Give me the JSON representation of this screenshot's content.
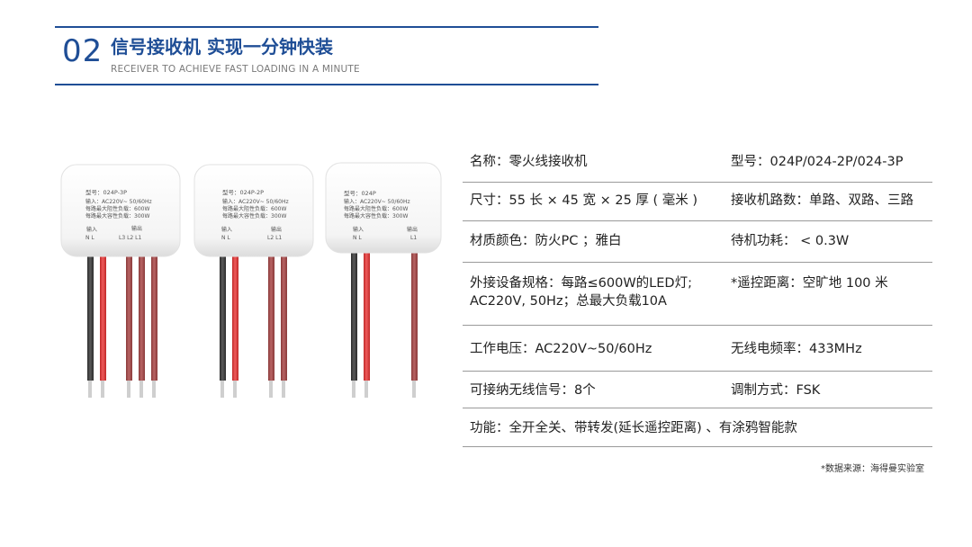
{
  "header": {
    "number": "02",
    "title": "信号接收机 实现一分钟快装",
    "subtitle": "RECEIVER TO ACHIEVE FAST LOADING IN A MINUTE"
  },
  "products": [
    {
      "model": "型号：024P-3P",
      "lines": [
        "输入：AC220V~ 50/60Hz",
        "每路最大阻性负载：600W",
        "每路最大容性负载：300W"
      ],
      "in_label": "输入",
      "in_pins": "N  L",
      "out_label": "输出",
      "out_pins": "L3 L2 L1"
    },
    {
      "model": "型号：024P-2P",
      "lines": [
        "输入：AC220V~ 50/60Hz",
        "每路最大阻性负载：600W",
        "每路最大容性负载：300W"
      ],
      "in_label": "输入",
      "in_pins": "N  L",
      "out_label": "输出",
      "out_pins": "L2 L1"
    },
    {
      "model": "型号：024P",
      "lines": [
        "输入：AC220V~ 50/60Hz",
        "每路最大阻性负载：600W",
        "每路最大容性负载：300W"
      ],
      "in_label": "输入",
      "in_pins": "N  L",
      "out_label": "输出",
      "out_pins": "L1"
    }
  ],
  "specs": {
    "r1": {
      "a": "名称：零火线接收机",
      "b": "型号：024P/024-2P/024-3P"
    },
    "r2": {
      "a": "尺寸：55 长 × 45 宽 × 25 厚 ( 毫米 )",
      "b": "接收机路数：单路、双路、三路"
    },
    "r3": {
      "a": "材质颜色：防火PC ；雅白",
      "b": "待机功耗： < 0.3W"
    },
    "r4": {
      "a1": "外接设备规格：每路≤600W的LED灯;",
      "a2": "AC220V, 50Hz；总最大负载10A",
      "b": "*遥控距离：空旷地 100 米"
    },
    "r5": {
      "a": "工作电压：AC220V~50/60Hz",
      "b": "无线电频率：433MHz"
    },
    "r6": {
      "a": "可接纳无线信号：8个",
      "b": "调制方式：FSK"
    },
    "r7": {
      "a": "功能：全开全关、带转发(延长遥控距离) 、有涂鸦智能款"
    }
  },
  "note": "*数据来源：海得曼实验室",
  "colors": {
    "brand": "#1f4e96",
    "wire_black": "#3a3a3a",
    "wire_red": "#d63a3a",
    "wire_brown": "#a04848"
  }
}
